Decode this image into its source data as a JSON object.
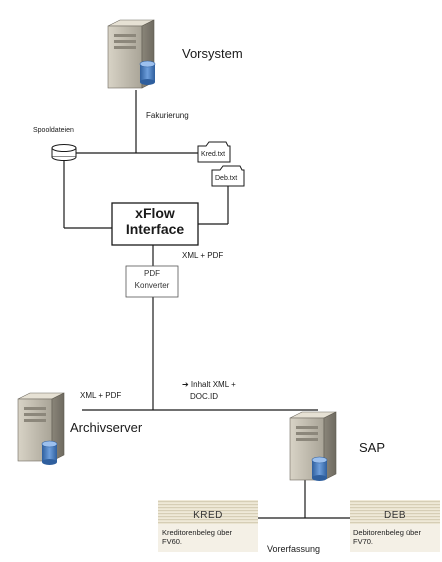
{
  "nodes": {
    "vorsystem": {
      "label": "Vorsystem"
    },
    "archivserver": {
      "label": "Archivserver"
    },
    "sap": {
      "label": "SAP"
    },
    "spooldateien": {
      "label": "Spooldateien"
    },
    "kred_file": {
      "label": "Kred.txt"
    },
    "deb_file": {
      "label": "Deb.txt"
    },
    "xflow": {
      "line1": "xFlow",
      "line2": "Interface"
    },
    "pdf_konverter": {
      "line1": "PDF",
      "line2": "Konverter"
    },
    "kred_doc": {
      "header": "KRED",
      "line1": "Kreditorenbeleg über",
      "line2": "FV60."
    },
    "deb_doc": {
      "header": "DEB",
      "line1": "Debitorenbeleg über",
      "line2": "FV70."
    }
  },
  "edge_labels": {
    "fakturierung": "Fakurierung",
    "xml_pdf_top": "XML + PDF",
    "xml_pdf_left": "XML + PDF",
    "inhalt_line1": "➔ Inhalt XML +",
    "inhalt_line2": "DOC.ID",
    "vorerfassung": "Vorerfassung"
  },
  "colors": {
    "server_body": "#b8b3a6",
    "server_dark": "#8c877b",
    "db_blue": "#4a7fc1",
    "line": "#1a1a1a",
    "note_bg": "#f1ede1",
    "note_stripe": "#d9d2bd"
  },
  "icons": [
    "server-icon",
    "database-icon",
    "folder-icon",
    "disk-icon"
  ]
}
